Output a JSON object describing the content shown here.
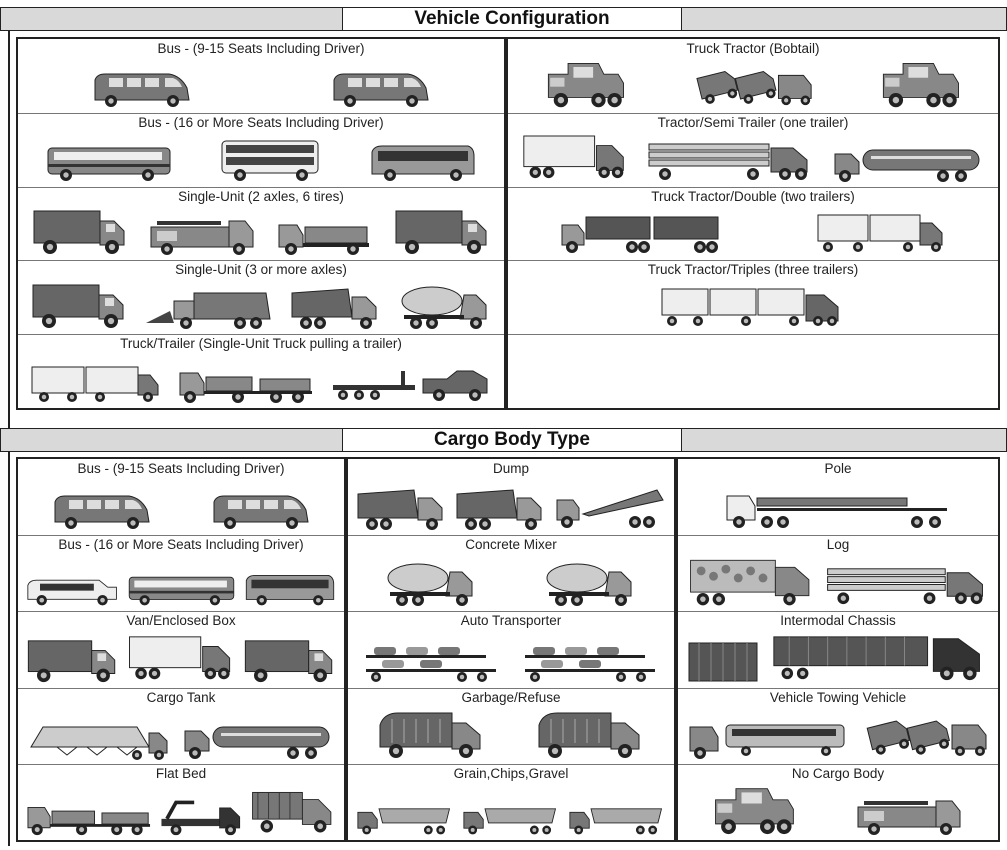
{
  "vehicle_configuration": {
    "title": "Vehicle Configuration",
    "left": [
      {
        "label": "Bus - (9-15 Seats Including Driver)",
        "icons": [
          "van-icon",
          "van-icon"
        ]
      },
      {
        "label": "Bus - (16 or More Seats Including Driver)",
        "icons": [
          "bus-icon",
          "double-deck-bus-icon",
          "coach-bus-icon"
        ]
      },
      {
        "label": "Single-Unit (2 axles, 6 tires)",
        "icons": [
          "box-truck-icon",
          "fire-truck-icon",
          "flatbed-truck-icon",
          "box-truck-icon"
        ]
      },
      {
        "label": "Single-Unit (3 or more axles)",
        "icons": [
          "box-truck-icon",
          "plow-truck-icon",
          "dump-truck-icon",
          "concrete-mixer-icon"
        ]
      },
      {
        "label": "Truck/Trailer (Single-Unit Truck pulling a trailer)",
        "icons": [
          "truck-trailer-icon",
          "flatbed-trailer-icon",
          "pickup-trailer-icon"
        ]
      }
    ],
    "right": [
      {
        "label": "Truck Tractor (Bobtail)",
        "icons": [
          "tractor-icon",
          "towing-tractors-icon",
          "tractor-icon"
        ]
      },
      {
        "label": "Tractor/Semi Trailer  (one trailer)",
        "icons": [
          "semi-trailer-icon",
          "log-trailer-icon",
          "tank-trailer-icon"
        ]
      },
      {
        "label": "Truck Tractor/Double (two trailers)",
        "icons": [
          "double-dump-trailer-icon",
          "double-trailer-icon"
        ]
      },
      {
        "label": "Truck Tractor/Triples (three trailers)",
        "icons": [
          "triple-trailer-icon"
        ]
      },
      {
        "label": "",
        "icons": []
      }
    ]
  },
  "cargo_body_type": {
    "title": "Cargo Body Type",
    "col1": [
      {
        "label": "Bus - (9-15 Seats Including Driver)",
        "icons": [
          "van-icon",
          "van-icon"
        ]
      },
      {
        "label": "Bus - (16 or More Seats Including Driver)",
        "icons": [
          "shuttle-bus-icon",
          "bus-icon",
          "coach-bus-icon"
        ]
      },
      {
        "label": "Van/Enclosed Box",
        "icons": [
          "box-truck-icon",
          "semi-trailer-icon",
          "box-truck-icon"
        ]
      },
      {
        "label": "Cargo Tank",
        "icons": [
          "pneumatic-tank-icon",
          "tank-trailer-icon"
        ]
      },
      {
        "label": "Flat Bed",
        "icons": [
          "flatbed-trailer-icon",
          "crane-truck-icon",
          "stake-truck-icon"
        ]
      }
    ],
    "col2": [
      {
        "label": "Dump",
        "icons": [
          "dump-truck-icon",
          "dump-truck-icon",
          "tipper-trailer-icon"
        ]
      },
      {
        "label": "Concrete Mixer",
        "icons": [
          "concrete-mixer-icon",
          "concrete-mixer-icon"
        ]
      },
      {
        "label": "Auto Transporter",
        "icons": [
          "car-carrier-icon",
          "car-carrier-icon"
        ]
      },
      {
        "label": "Garbage/Refuse",
        "icons": [
          "garbage-truck-icon",
          "garbage-truck-icon"
        ]
      },
      {
        "label": "Grain,Chips,Gravel",
        "icons": [
          "grain-trailer-icon",
          "grain-trailer-icon",
          "grain-trailer-icon"
        ]
      }
    ],
    "col3": [
      {
        "label": "Pole",
        "icons": [
          "pole-trailer-icon"
        ]
      },
      {
        "label": "Log",
        "icons": [
          "log-truck-icon",
          "log-trailer-icon"
        ]
      },
      {
        "label": "Intermodal Chassis",
        "icons": [
          "container-icon",
          "container-chassis-icon"
        ]
      },
      {
        "label": "Vehicle Towing Vehicle",
        "icons": [
          "tow-bus-icon",
          "towing-tractors-icon"
        ]
      },
      {
        "label": "No Cargo Body",
        "icons": [
          "tractor-icon",
          "fire-truck-icon"
        ]
      }
    ]
  }
}
